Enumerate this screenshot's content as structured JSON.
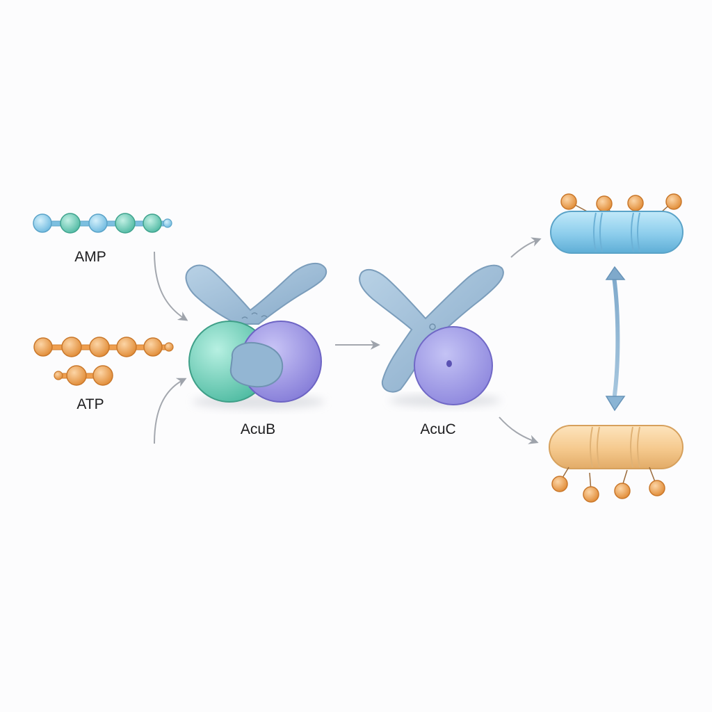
{
  "labels": {
    "amp": "AMP",
    "atp": "ATP",
    "acub": "AcuB",
    "acuc": "AcuC"
  },
  "colors": {
    "amp_bead_blue": "#8fd0ec",
    "amp_bead_teal": "#74d0bd",
    "amp_link": "#6fb6d8",
    "atp_bead": "#f1a458",
    "atp_link": "#e58d3b",
    "protein_arm": "#9fbfd9",
    "domain_teal": "#7cd8c3",
    "domain_purple": "#a59ee8",
    "filament_blue": "#8fd0ee",
    "filament_tan": "#f6cf97",
    "bidirectional_arrow": "#8ab4d4",
    "flow_arrow": "#a3a7ae"
  }
}
